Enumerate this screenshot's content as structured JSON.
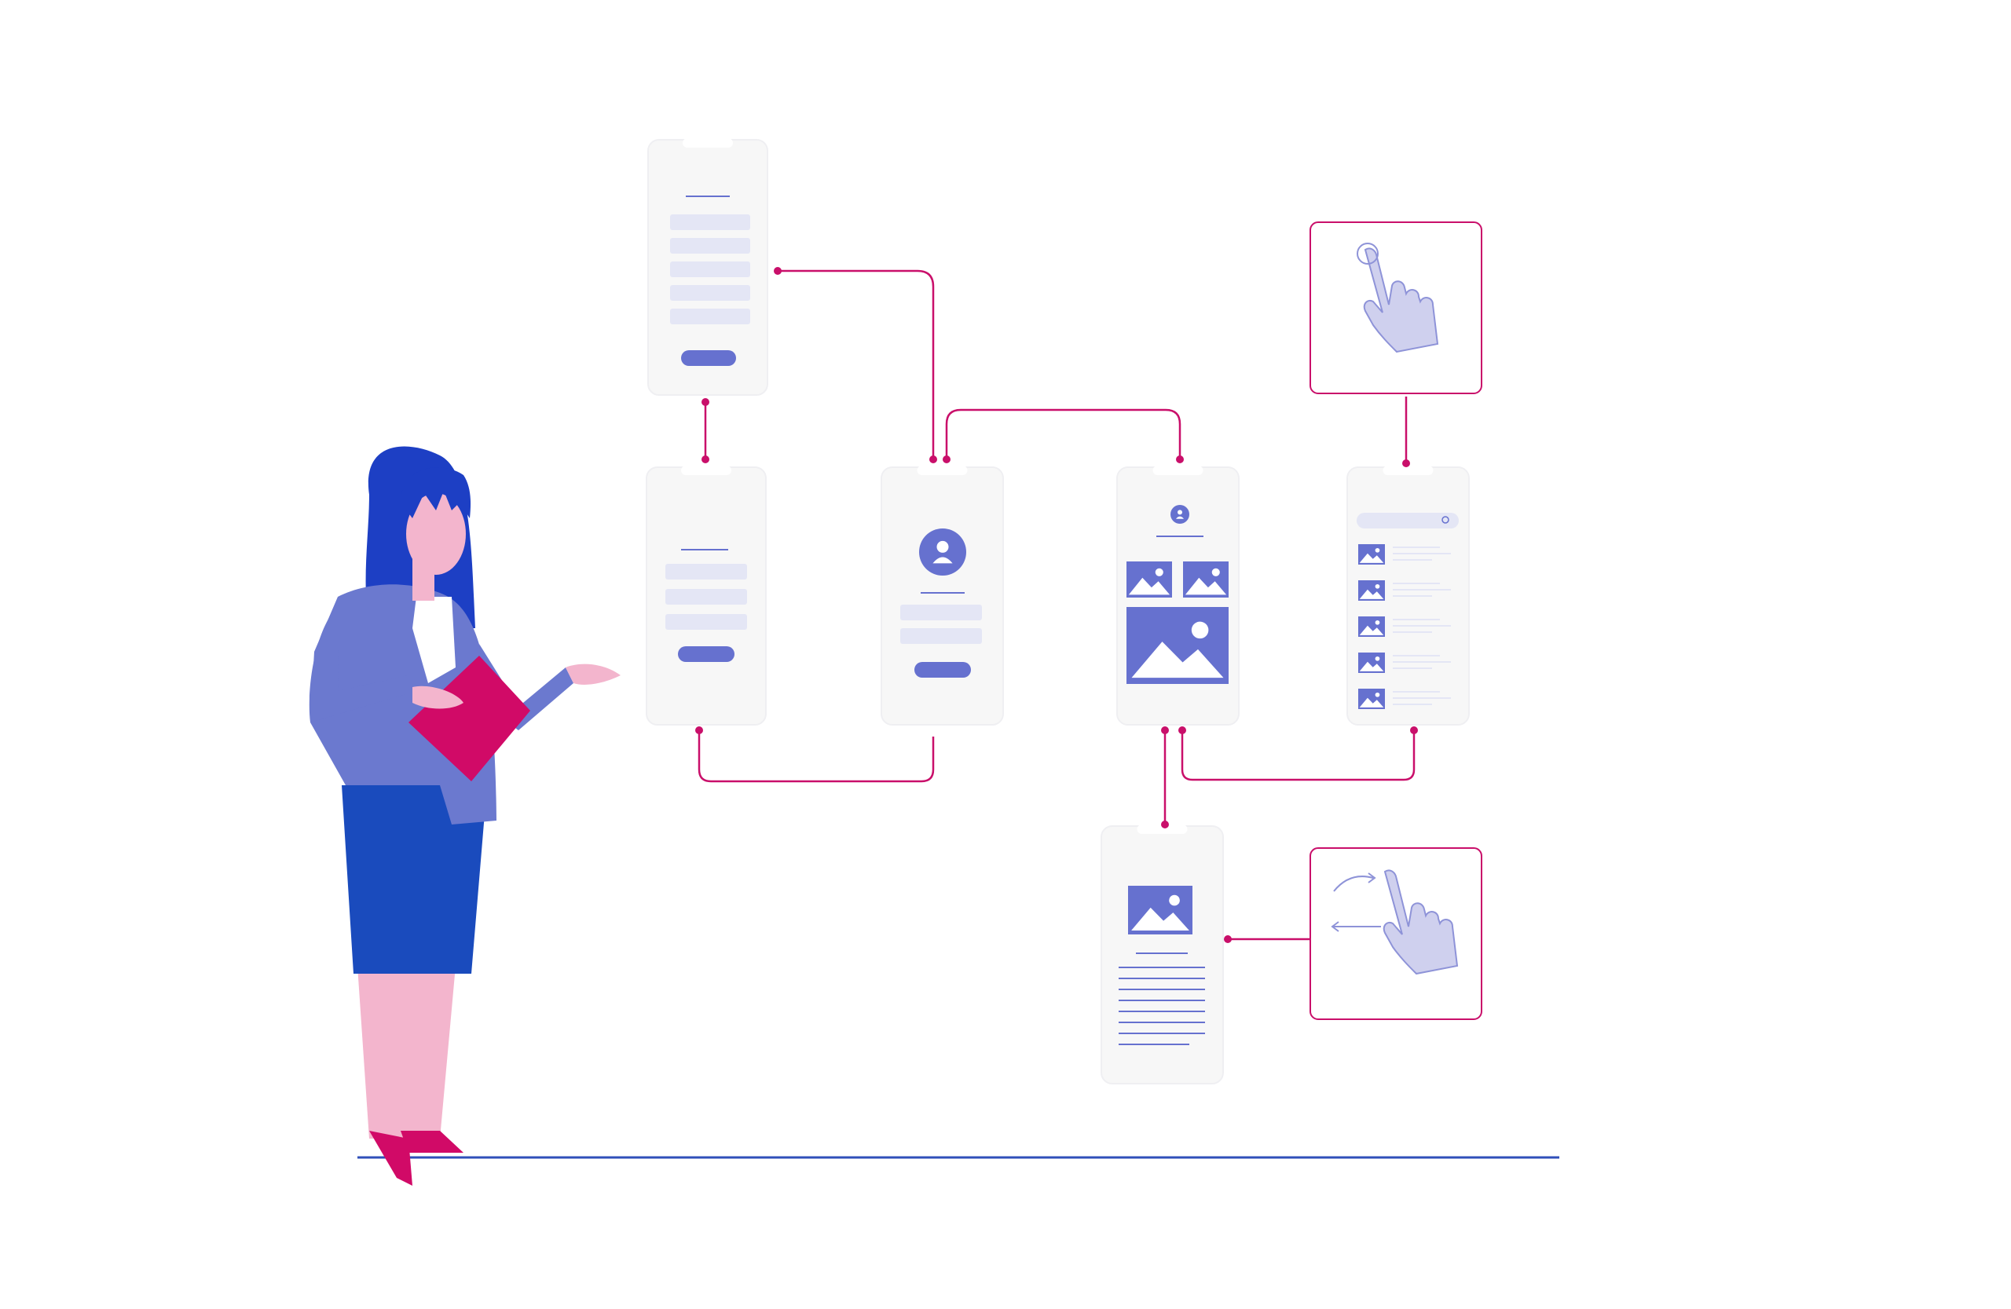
{
  "palette": {
    "background": "#ffffff",
    "screen": "#f7f7f7",
    "screen_shadow": "#efeff2",
    "wire_accent": "#6671cf",
    "wire_light": "#e4e6f5",
    "connector": "#c90f6a",
    "hand_fill": "#cfd0ee",
    "hand_stroke": "#8e93d8",
    "hair": "#1d3fc4",
    "skin": "#f3b5cd",
    "jacket": "#6b79cf",
    "skirt": "#1a4bbd",
    "clipboard": "#d10a67",
    "shoes": "#d10a67",
    "floor_line": "#2f4fb9"
  },
  "figure": {
    "character": "woman-presenter",
    "holds": "clipboard"
  },
  "screens": [
    {
      "id": "form-screen-top",
      "content": "form-with-five-fields-and-button"
    },
    {
      "id": "form-screen",
      "content": "form-with-three-fields-and-button"
    },
    {
      "id": "login-screen",
      "content": "avatar-with-two-fields-and-button"
    },
    {
      "id": "gallery-screen",
      "content": "avatar-with-image-grid"
    },
    {
      "id": "list-screen",
      "content": "search-bar-with-image-list"
    },
    {
      "id": "detail-screen",
      "content": "image-with-text-lines"
    }
  ],
  "gestures": [
    {
      "id": "tap-gesture-card",
      "icon": "tap-hand-icon"
    },
    {
      "id": "swipe-gesture-card",
      "icon": "swipe-hand-icon"
    }
  ]
}
